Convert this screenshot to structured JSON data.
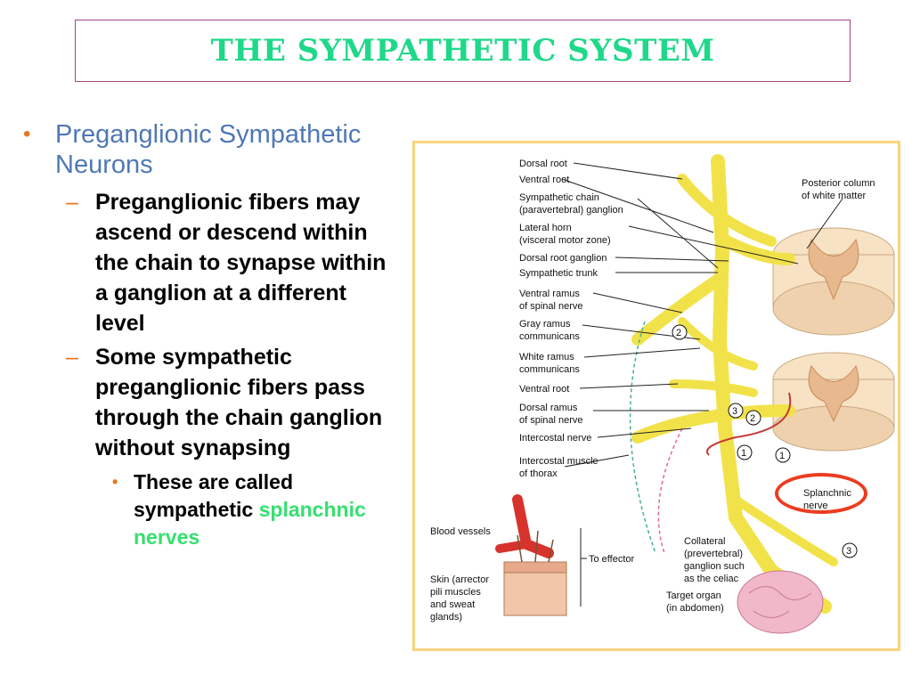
{
  "title": "THE SYMPATHETIC SYSTEM",
  "bullets": {
    "main": "Preganglionic Sympathetic Neurons",
    "sub1": "Preganglionic fibers may ascend or descend within the chain to synapse within a ganglion at a different level",
    "sub2": "Some sympathetic preganglionic fibers pass through the chain ganglion without synapsing",
    "subsub_prefix": "These are called sympathetic",
    "subsub_highlight": "splanchnic nerves"
  },
  "figure": {
    "labels": {
      "dorsal_root": "Dorsal root",
      "ventral_root": "Ventral root",
      "chain_ganglion_1": "Sympathetic chain",
      "chain_ganglion_2": "(paravertebral) ganglion",
      "lateral_horn_1": "Lateral horn",
      "lateral_horn_2": "(visceral motor zone)",
      "drg": "Dorsal root ganglion",
      "trunk": "Sympathetic trunk",
      "ventral_ramus_1": "Ventral ramus",
      "ventral_ramus_2": "of spinal nerve",
      "gray_ramus_1": "Gray ramus",
      "gray_ramus_2": "communicans",
      "white_ramus_1": "White ramus",
      "white_ramus_2": "communicans",
      "ventral_root_2": "Ventral root",
      "dorsal_ramus_1": "Dorsal ramus",
      "dorsal_ramus_2": "of spinal nerve",
      "intercostal_nerve": "Intercostal nerve",
      "intercostal_muscle_1": "Intercostal muscle",
      "intercostal_muscle_2": "of thorax",
      "posterior_column_1": "Posterior column",
      "posterior_column_2": "of white matter",
      "splanchnic_1": "Splanchnic",
      "splanchnic_2": "nerve",
      "blood_vessels": "Blood vessels",
      "to_effector": "To effector",
      "skin_1": "Skin (arrector",
      "skin_2": "pili muscles",
      "skin_3": "and sweat",
      "skin_4": "glands)",
      "collateral_1": "Collateral",
      "collateral_2": "(prevertebral)",
      "collateral_3": "ganglion such",
      "collateral_4": "as the celiac",
      "target_1": "Target organ",
      "target_2": "(in abdomen)",
      "num1": "1",
      "num2": "2",
      "num3": "3"
    }
  }
}
